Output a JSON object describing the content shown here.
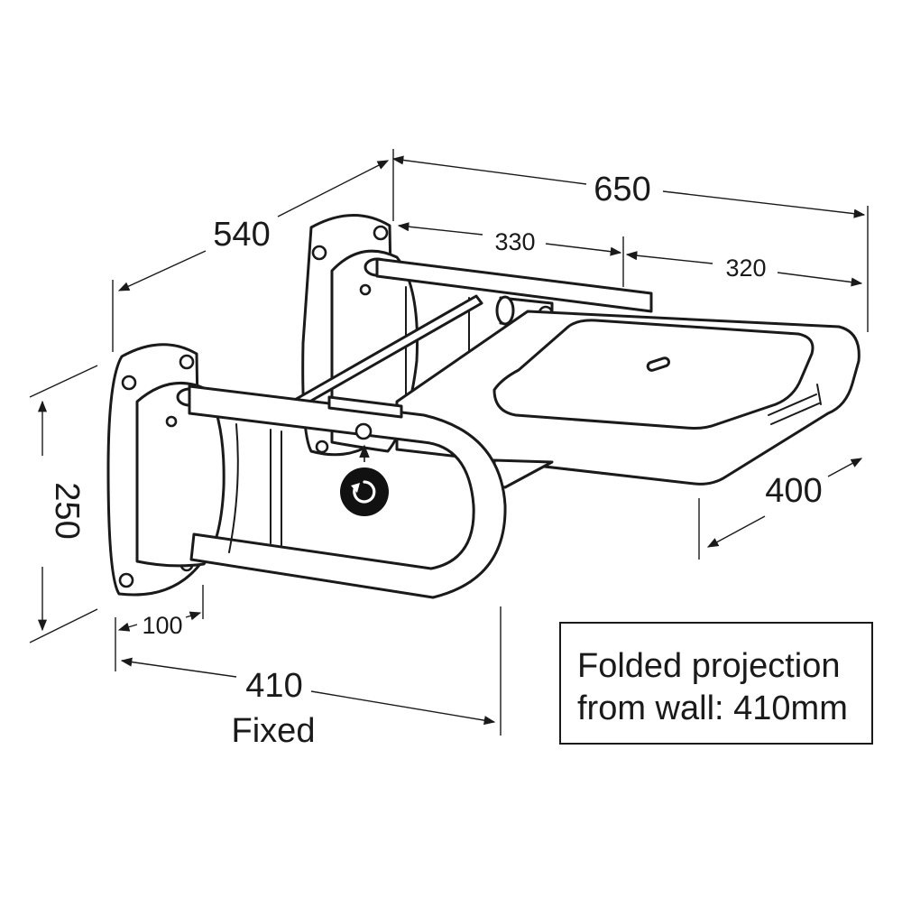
{
  "dimensions": {
    "width_total": "650",
    "width_rear": "330",
    "width_front": "320",
    "depth": "540",
    "height": "250",
    "seat_depth": "400",
    "arm_offset": "100",
    "projection": "410",
    "projection_caption": "Fixed"
  },
  "note": {
    "line1": "Folded projection",
    "line2": "from wall: 410mm"
  },
  "icons": {
    "rotate": "rotate-arrow-icon"
  },
  "colors": {
    "stroke": "#1a1a1a",
    "background": "#ffffff",
    "badge": "#111111"
  }
}
